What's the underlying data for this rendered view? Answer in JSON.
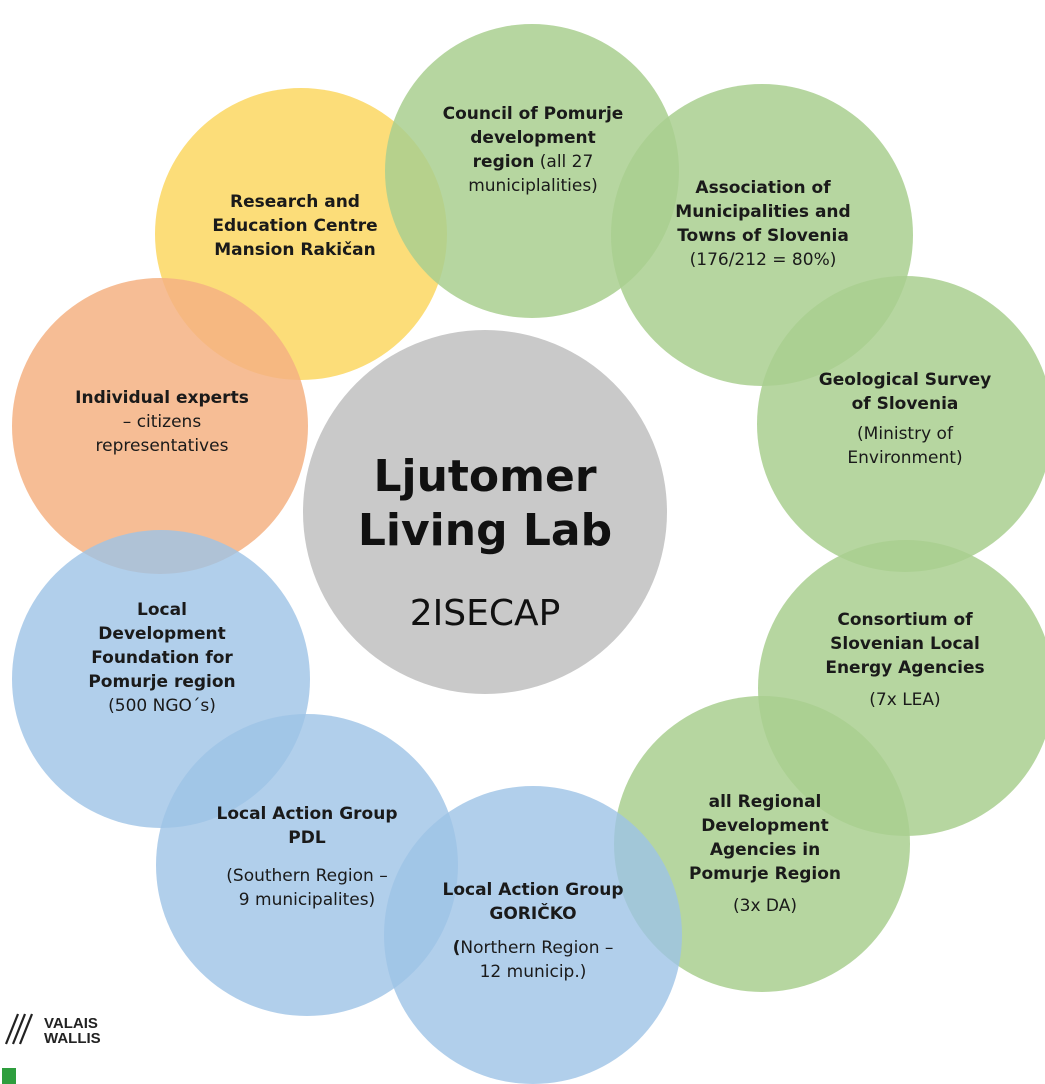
{
  "center": {
    "title_line1": "Ljutomer",
    "title_line2": "Living Lab",
    "subtitle": "2ISECAP"
  },
  "colors": {
    "green": "#a9cf8f",
    "yellow": "#fcd96a",
    "orange": "#f4b183",
    "blue": "#9dc3e6",
    "grey": "#c9c9c9"
  },
  "nodes": {
    "council": {
      "line1": "Council of Pomurje",
      "line2": "development",
      "line3_bold": "region",
      "line3_rest": " (all 27",
      "line4": "municiplalities)"
    },
    "association": {
      "line1": "Association of",
      "line2": "Municipalities and",
      "line3": "Towns of Slovenia",
      "line4": "(176/212 = 80%)"
    },
    "geological": {
      "line1": "Geological Survey",
      "line2": "of Slovenia",
      "line3": "(Ministry of",
      "line4": "Environment)"
    },
    "consortium": {
      "line1": "Consortium of",
      "line2": "Slovenian Local",
      "line3": "Energy Agencies",
      "line4": "(7x LEA)"
    },
    "regional": {
      "line1": "all Regional",
      "line2": "Development",
      "line3": "Agencies in",
      "line4": "Pomurje Region",
      "line5": "(3x DA)"
    },
    "goricko": {
      "line1": "Local Action Group",
      "line2": "GORIČKO",
      "line3_bold": "(",
      "line3_rest": "Northern Region –",
      "line4": "12 municip.)"
    },
    "pdl": {
      "line1": "Local Action Group",
      "line2": "PDL",
      "line3": "(Southern Region –",
      "line4": "9 municipalites)"
    },
    "foundation": {
      "line1": "Local",
      "line2": "Development",
      "line3": "Foundation for",
      "line4": "Pomurje region",
      "line5": "(500 NGO´s)"
    },
    "experts": {
      "line1": "Individual experts",
      "line2": "– citizens",
      "line3": "representatives"
    },
    "research": {
      "line1": "Research and",
      "line2": "Education Centre",
      "line3": "Mansion Rakičan"
    }
  },
  "logo": {
    "line1": "VALAIS",
    "line2": "WALLIS"
  }
}
